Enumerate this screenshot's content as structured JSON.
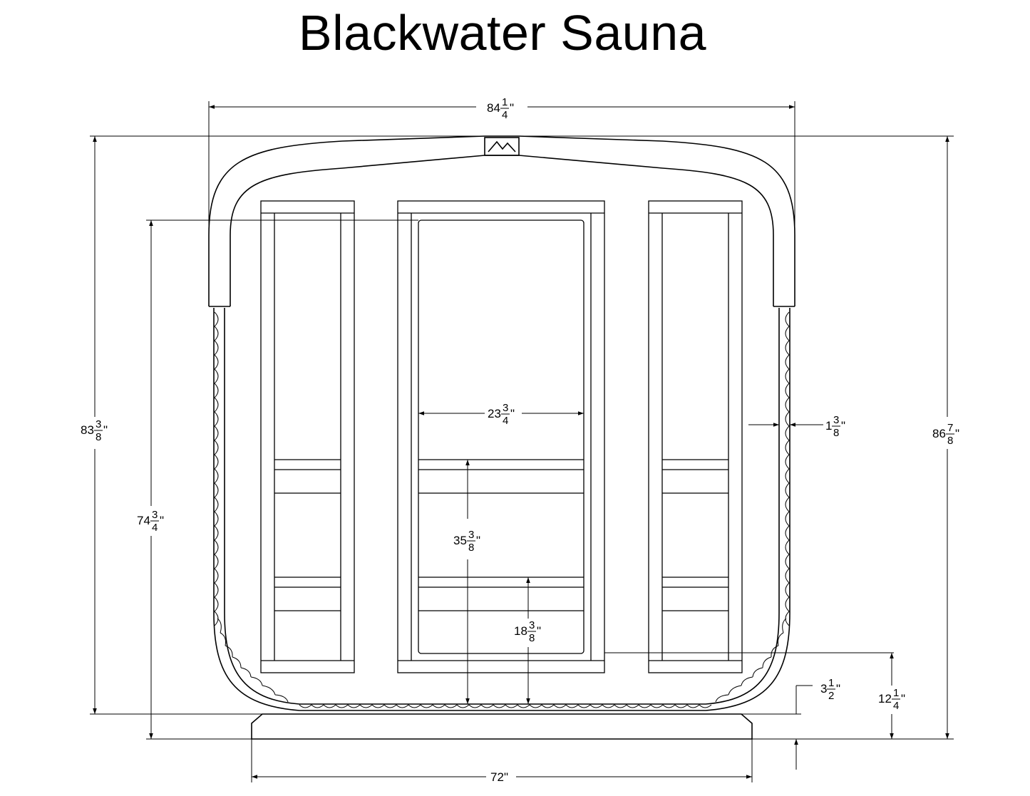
{
  "title": "Blackwater Sauna",
  "logo": {
    "icon": "mountain-logo-icon"
  },
  "dimensions": {
    "overall_width": {
      "whole": "84",
      "num": "1",
      "den": "4",
      "unit": "\""
    },
    "overall_height": {
      "whole": "86",
      "num": "7",
      "den": "8",
      "unit": "\""
    },
    "left_height": {
      "whole": "83",
      "num": "3",
      "den": "8",
      "unit": "\""
    },
    "inner_height": {
      "whole": "74",
      "num": "3",
      "den": "4",
      "unit": "\""
    },
    "door_width": {
      "whole": "23",
      "num": "3",
      "den": "4",
      "unit": "\""
    },
    "wall_thickness": {
      "whole": "1",
      "num": "3",
      "den": "8",
      "unit": "\""
    },
    "bench_upper": {
      "whole": "35",
      "num": "3",
      "den": "8",
      "unit": "\""
    },
    "bench_lower": {
      "whole": "18",
      "num": "3",
      "den": "8",
      "unit": "\""
    },
    "floor_offset": {
      "whole": "3",
      "num": "1",
      "den": "2",
      "unit": "\""
    },
    "base_height": {
      "whole": "12",
      "num": "1",
      "den": "4",
      "unit": "\""
    },
    "base_width": {
      "whole": "72",
      "unit": "\""
    }
  }
}
